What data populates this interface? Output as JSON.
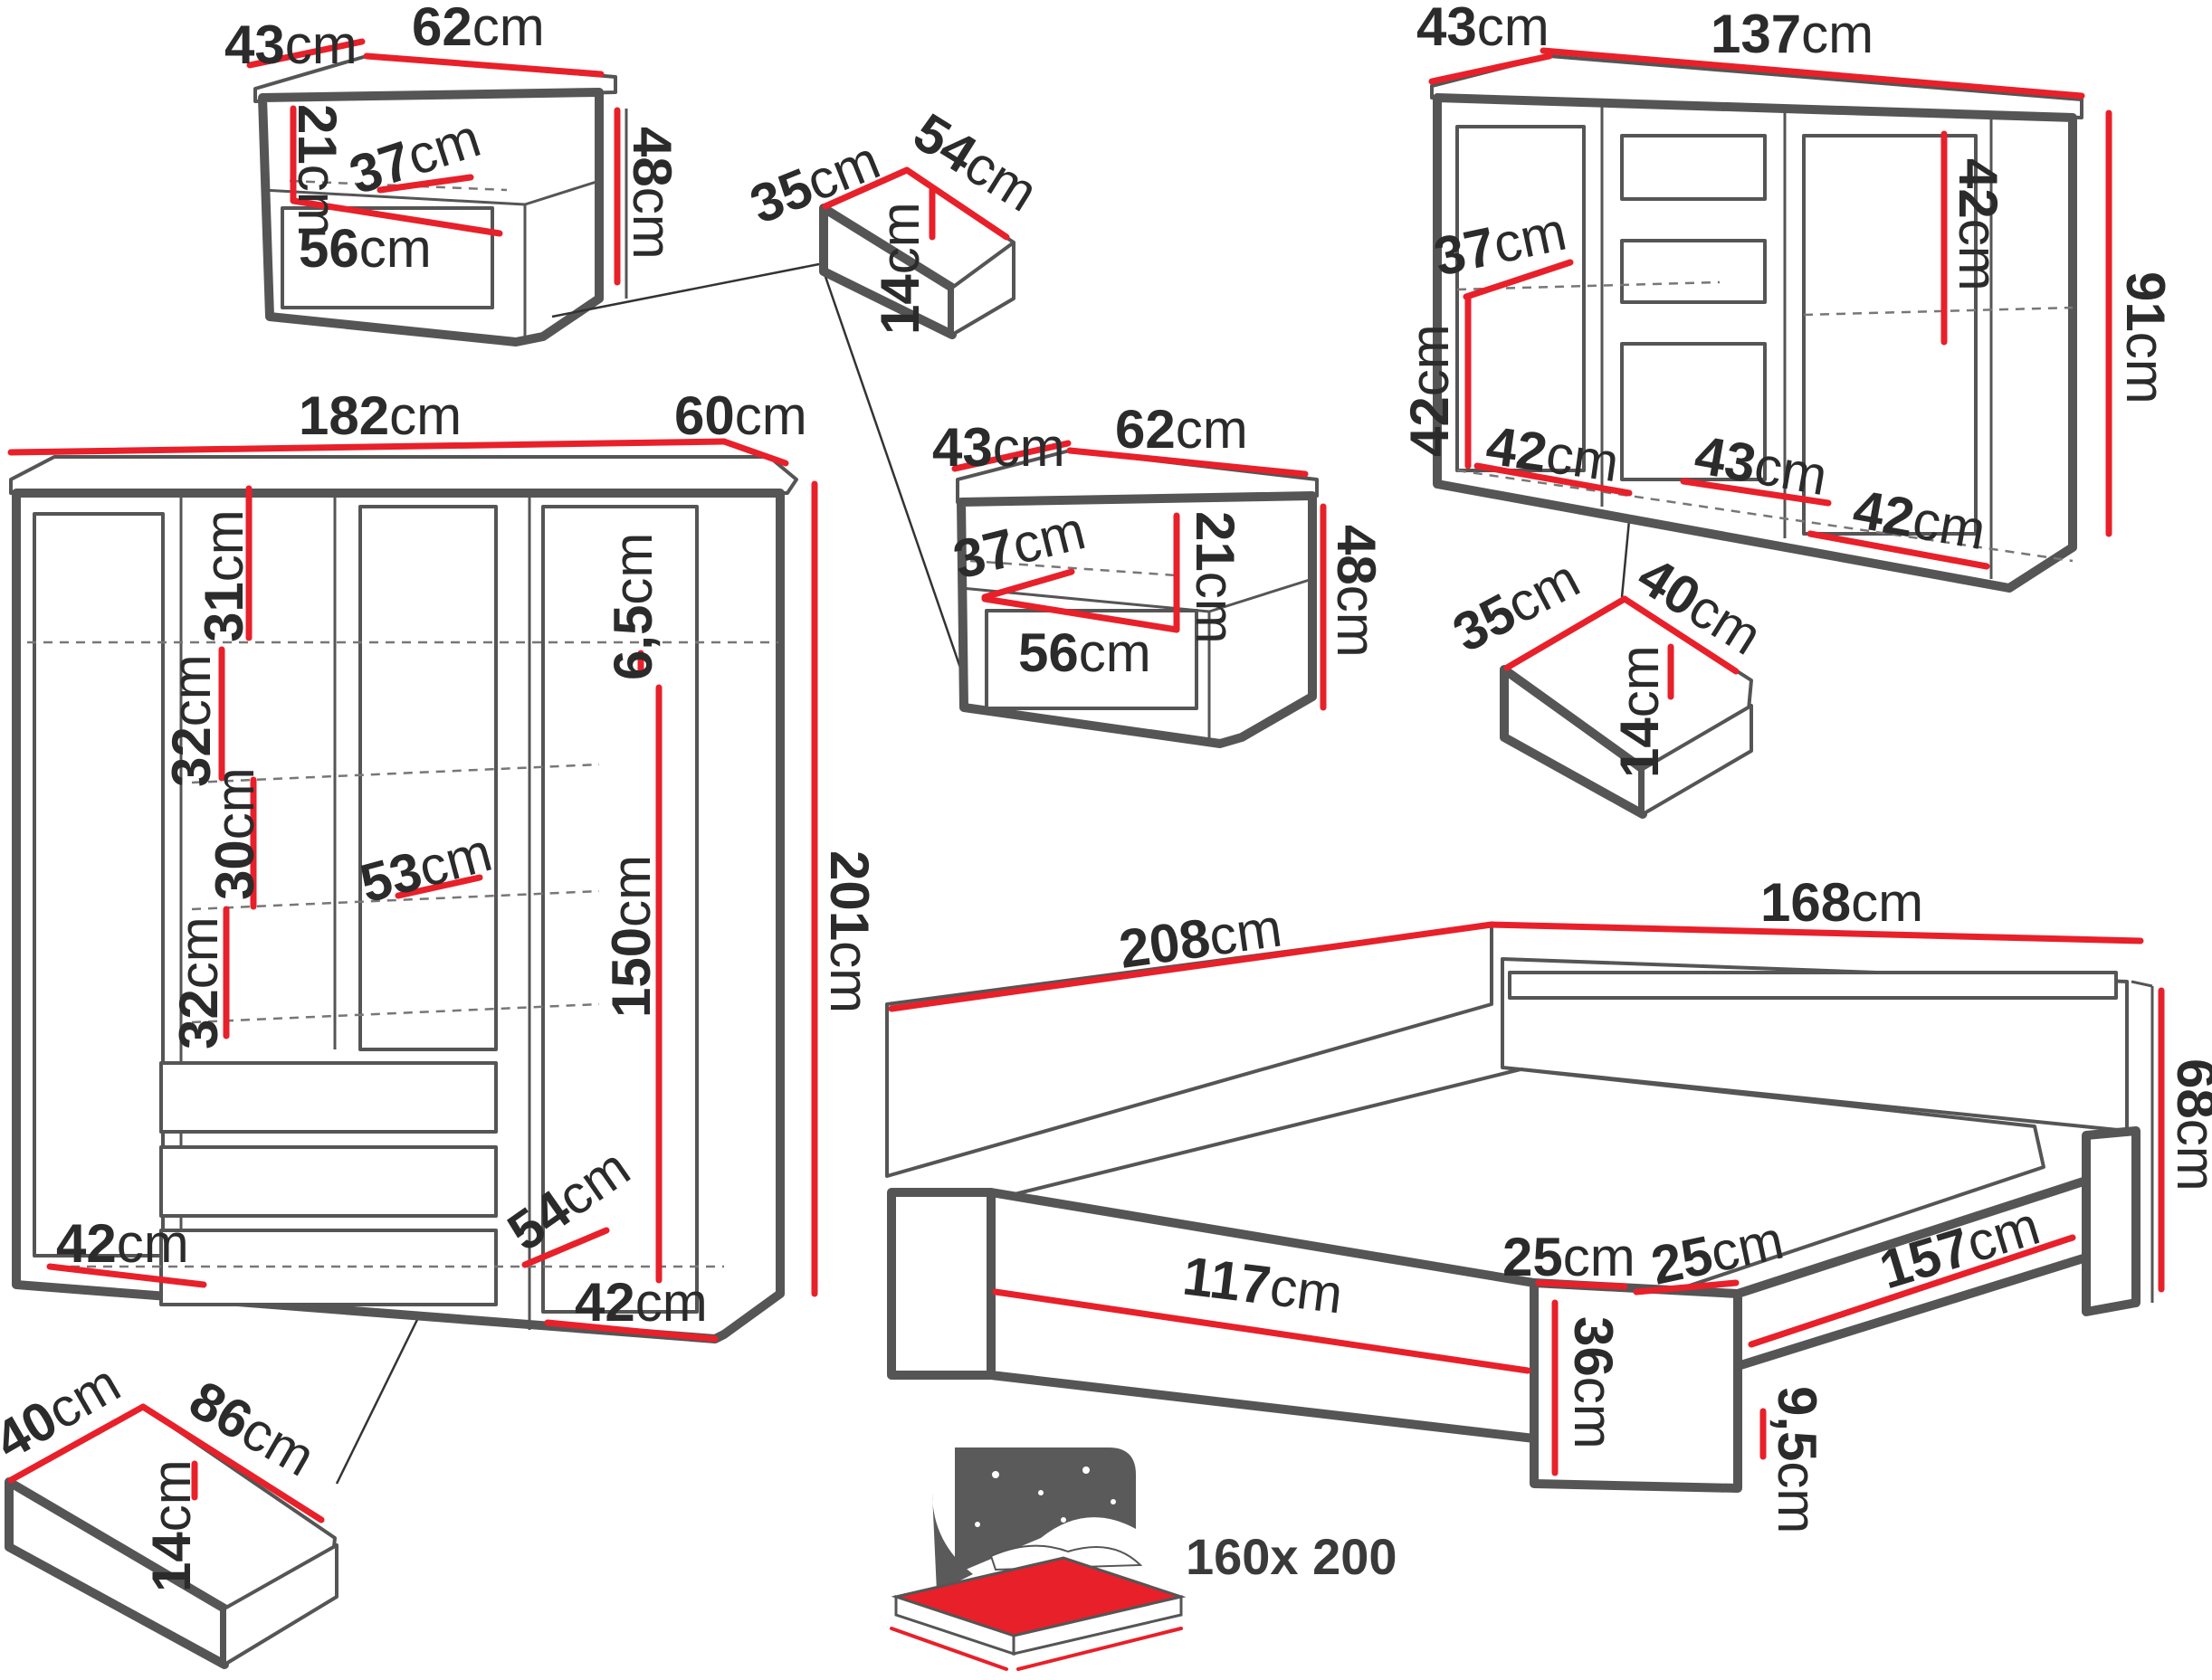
{
  "colors": {
    "measure": "#e8202a",
    "outline": "#555555",
    "text": "#2b2b2b",
    "icon_dark": "#5a5a5a"
  },
  "nightstand_top": {
    "depth": "43",
    "width": "62",
    "height": "48",
    "inner_depth": "37",
    "inner_width": "56",
    "drawer_height": "21"
  },
  "drawer_small_a": {
    "depth": "35",
    "width": "54",
    "height": "14"
  },
  "nightstand_mid": {
    "depth": "43",
    "width": "62",
    "height": "48",
    "inner_depth": "37",
    "inner_width": "56",
    "drawer_height": "21"
  },
  "dresser": {
    "depth": "43",
    "width": "137",
    "height": "91",
    "shelf_height_right": "42",
    "shelf_height_left": "42",
    "inner_depth": "37",
    "bottom_left": "42",
    "bottom_center": "43",
    "bottom_right": "42"
  },
  "drawer_small_b": {
    "depth": "35",
    "width": "40",
    "height": "14"
  },
  "wardrobe": {
    "width": "182",
    "depth": "60",
    "height": "201",
    "compartment_1": "31",
    "compartment_2": "32",
    "compartment_3": "30",
    "compartment_4": "32",
    "shelf_depth": "53",
    "rail_gap": "6,5",
    "hanging_height": "150",
    "drawer_depth": "54",
    "bottom_left": "42",
    "bottom_right": "42"
  },
  "drawer_large": {
    "depth": "40",
    "width": "86",
    "height": "14"
  },
  "bed": {
    "length": "208",
    "width": "168",
    "height": "68",
    "side_rail": "117",
    "leg_a": "25",
    "leg_b": "25",
    "leg_height": "36",
    "clearance": "9,5",
    "inner_width": "157"
  },
  "mattress_icon": {
    "label": "160x 200",
    "icon": "mattress-night-sky-icon"
  },
  "unit": "cm"
}
